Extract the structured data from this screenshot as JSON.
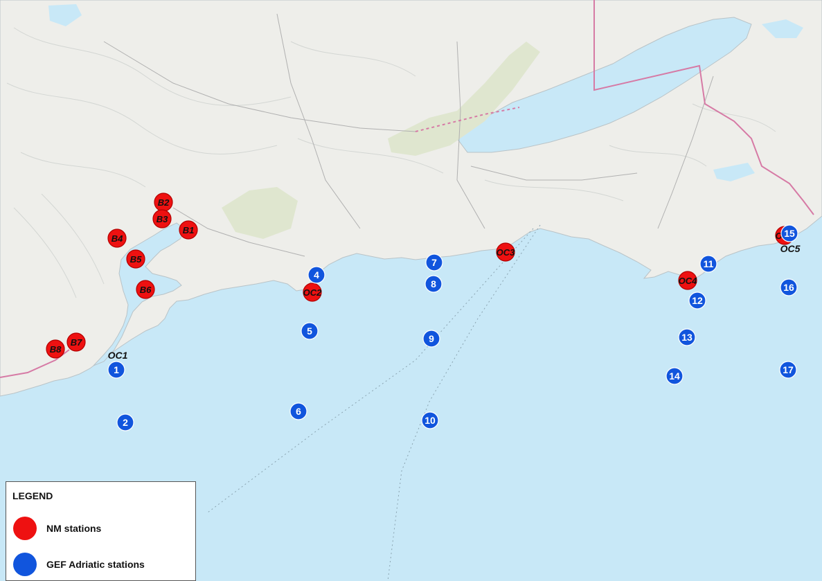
{
  "colors": {
    "sea": "#c8e8f7",
    "land": "#eeeeea",
    "nm_station": "#ee1111",
    "gef_station": "#1155dd",
    "border": "#d67aa5"
  },
  "legend": {
    "title": "LEGEND",
    "items": [
      {
        "label": "NM stations",
        "color": "#ee1111"
      },
      {
        "label": "GEF Adriatic stations",
        "color": "#1155dd"
      }
    ]
  },
  "nm_stations": [
    {
      "id": "B1",
      "label": "B1"
    },
    {
      "id": "B2",
      "label": "B2"
    },
    {
      "id": "B3",
      "label": "B3"
    },
    {
      "id": "B4",
      "label": "B4"
    },
    {
      "id": "B5",
      "label": "B5"
    },
    {
      "id": "B6",
      "label": "B6"
    },
    {
      "id": "B7",
      "label": "B7"
    },
    {
      "id": "B8",
      "label": "B8"
    },
    {
      "id": "OC2",
      "label": "OC2"
    },
    {
      "id": "OC3",
      "label": "OC3"
    },
    {
      "id": "OC4",
      "label": "OC4"
    },
    {
      "id": "OC5",
      "label": "OC5"
    }
  ],
  "gef_stations": [
    {
      "id": "1",
      "label": "1"
    },
    {
      "id": "2",
      "label": "2"
    },
    {
      "id": "4",
      "label": "4"
    },
    {
      "id": "5",
      "label": "5"
    },
    {
      "id": "6",
      "label": "6"
    },
    {
      "id": "7",
      "label": "7"
    },
    {
      "id": "8",
      "label": "8"
    },
    {
      "id": "9",
      "label": "9"
    },
    {
      "id": "10",
      "label": "10"
    },
    {
      "id": "11",
      "label": "11"
    },
    {
      "id": "12",
      "label": "12"
    },
    {
      "id": "13",
      "label": "13"
    },
    {
      "id": "14",
      "label": "14"
    },
    {
      "id": "15",
      "label": "15"
    },
    {
      "id": "16",
      "label": "16"
    },
    {
      "id": "17",
      "label": "17"
    }
  ],
  "oc_labels": [
    {
      "id": "OC1",
      "label": "OC1"
    },
    {
      "id": "OC5",
      "label": "OC5"
    }
  ]
}
